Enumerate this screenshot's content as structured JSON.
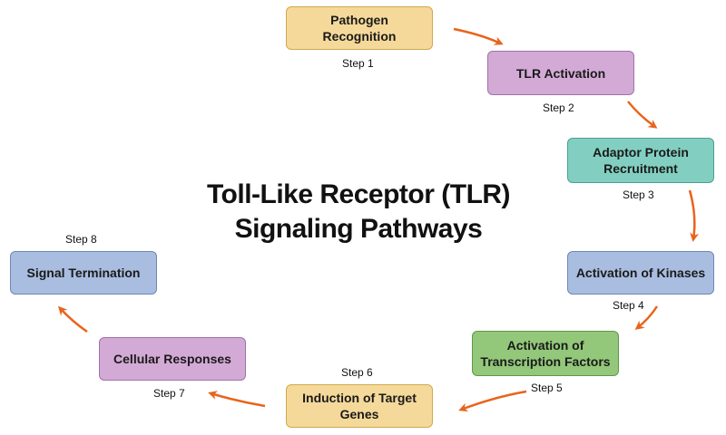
{
  "title": {
    "line1": "Toll-Like Receptor (TLR)",
    "line2": "Signaling Pathways"
  },
  "arrow_color": "#e8641c",
  "steps": [
    {
      "label": "Pathogen Recognition",
      "step": "Step 1",
      "color": "#f5d99a"
    },
    {
      "label": "TLR Activation",
      "step": "Step 2",
      "color": "#d3aad6"
    },
    {
      "label": "Adaptor Protein Recruitment",
      "step": "Step 3",
      "color": "#82cfc2"
    },
    {
      "label": "Activation of Kinases",
      "step": "Step 4",
      "color": "#a8bde0"
    },
    {
      "label": "Activation of Transcription Factors",
      "step": "Step 5",
      "color": "#93c77a"
    },
    {
      "label": "Induction of Target Genes",
      "step": "Step 6",
      "color": "#f5d99a"
    },
    {
      "label": "Cellular Responses",
      "step": "Step 7",
      "color": "#d3aad6"
    },
    {
      "label": "Signal Termination",
      "step": "Step 8",
      "color": "#a8bde0"
    }
  ]
}
